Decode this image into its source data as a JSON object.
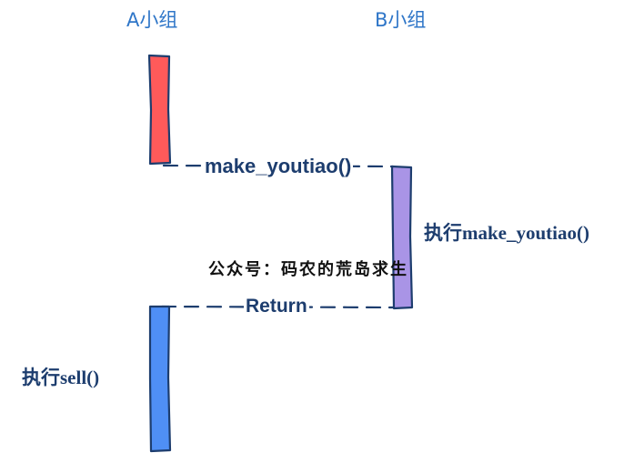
{
  "participants": {
    "a": {
      "label": "A小组",
      "bar_colors": [
        "#ff5a5a",
        "#4f8ff5"
      ]
    },
    "b": {
      "label": "B小组",
      "bar_color": "#a994e6"
    }
  },
  "messages": {
    "call": "make_youtiao()",
    "return": "Return"
  },
  "notes": {
    "exec_b": "执行make_youtiao()",
    "exec_a": "执行sell()"
  },
  "watermark": "公众号：码农的荒岛求生",
  "colors": {
    "label_blue": "#2f76c8",
    "text_navy": "#1d3d6e",
    "outline": "#1d3d6e"
  }
}
